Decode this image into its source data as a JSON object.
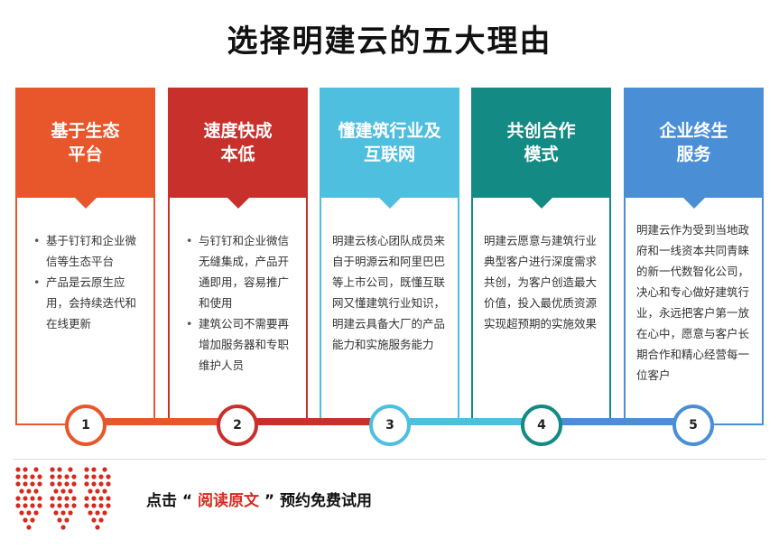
{
  "title": "选择明建云的五大理由",
  "reasons": [
    {
      "number": "1",
      "heading": "基于生态平台",
      "color": "#e8572b",
      "bullets": [
        "基于钉钉和企业微信等生态平台",
        "产品是云原生应用，会持续迭代和在线更新"
      ]
    },
    {
      "number": "2",
      "heading": "速度快成本低",
      "color": "#c8302c",
      "bullets": [
        "与钉钉和企业微信无缝集成，产品开通即用，容易推广和使用",
        "建筑公司不需要再增加服务器和专职维护人员"
      ]
    },
    {
      "number": "3",
      "heading": "懂建筑行业及互联网",
      "color": "#4fbfe0",
      "text": "明建云核心团队成员来自于明源云和阿里巴巴等上市公司，既懂互联网又懂建筑行业知识，明建云具备大厂的产品能力和实施服务能力"
    },
    {
      "number": "4",
      "heading": "共创合作模式",
      "color": "#138a84",
      "text": "明建云愿意与建筑行业典型客户进行深度需求共创，为客户创造最大价值，投入最优质资源实现超预期的实施效果"
    },
    {
      "number": "5",
      "heading": "企业终生服务",
      "color": "#4a8fd6",
      "text": "明建云作为受到当地政府和一线资本共同青睐的新一代数智化公司，决心和专心做好建筑行业，永远把客户第一放在心中，愿意与客户长期合作和精心经营每一位客户"
    }
  ],
  "cta": {
    "prefix": "点击 “ ",
    "highlight": "阅读原文",
    "suffix": " ” 预约免费试用",
    "highlight_color": "#d52b1e"
  },
  "logo_icon": "brand-logo-icon"
}
